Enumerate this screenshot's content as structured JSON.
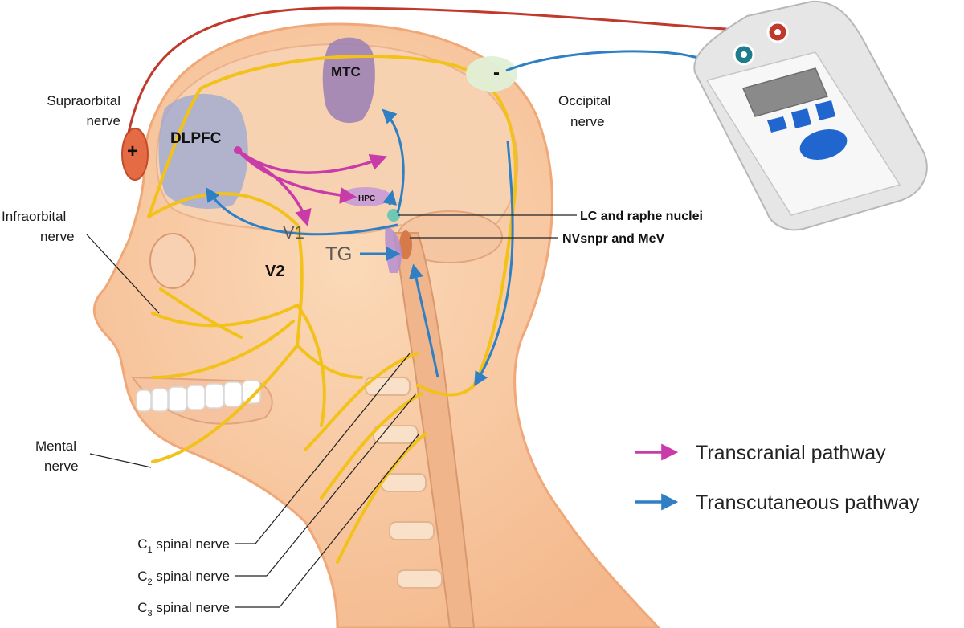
{
  "labels": {
    "supraorbital": [
      "Supraorbital",
      "nerve"
    ],
    "infraorbital": [
      "Infraorbital",
      "nerve"
    ],
    "mental": [
      "Mental",
      "nerve"
    ],
    "occipital": [
      "Occipital",
      "nerve"
    ],
    "lc_raphe": "LC and raphe nuclei",
    "nvsnpr": "NVsnpr and MeV",
    "c1": {
      "prefix": "C",
      "sub": "1",
      "rest": " spinal nerve"
    },
    "c2": {
      "prefix": "C",
      "sub": "2",
      "rest": " spinal nerve"
    },
    "c3": {
      "prefix": "C",
      "sub": "3",
      "rest": " spinal nerve"
    }
  },
  "regions": {
    "dlpfc": "DLPFC",
    "mtc": "MTC",
    "hpc": "HPC",
    "v1": "V1",
    "v2": "V2",
    "tg": "TG"
  },
  "electrodes": {
    "anode": "+",
    "cathode": "-"
  },
  "legend": [
    {
      "label": "Transcranial pathway",
      "color": "#c93ba8"
    },
    {
      "label": "Transcutaneous pathway",
      "color": "#2e7fc4"
    }
  ],
  "colors": {
    "skin": "#f8c9a0",
    "nerve": "#f2c21b",
    "transcranial": "#c93ba8",
    "transcutaneous": "#2e7fc4",
    "anode_wire": "#c0392b",
    "cathode_wire": "#2e7fc4"
  }
}
